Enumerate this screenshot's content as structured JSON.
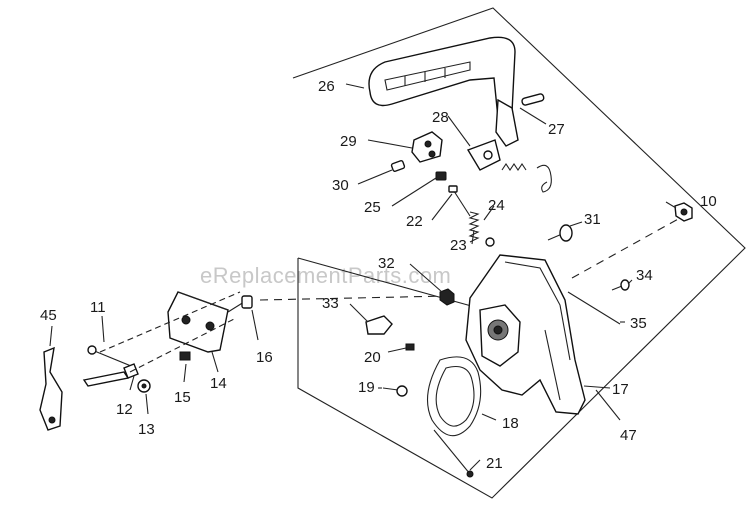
{
  "watermark": "eReplacementParts.com",
  "callouts": {
    "n10": "10",
    "n11": "11",
    "n12": "12",
    "n13": "13",
    "n14": "14",
    "n15": "15",
    "n16": "16",
    "n17": "17",
    "n18": "18",
    "n19": "19",
    "n20": "20",
    "n21": "21",
    "n22": "22",
    "n23": "23",
    "n24": "24",
    "n25": "25",
    "n26": "26",
    "n27": "27",
    "n28": "28",
    "n29": "29",
    "n30": "30",
    "n31": "31",
    "n32": "32",
    "n33": "33",
    "n34": "34",
    "n35": "35",
    "n45": "45",
    "n47": "47"
  }
}
